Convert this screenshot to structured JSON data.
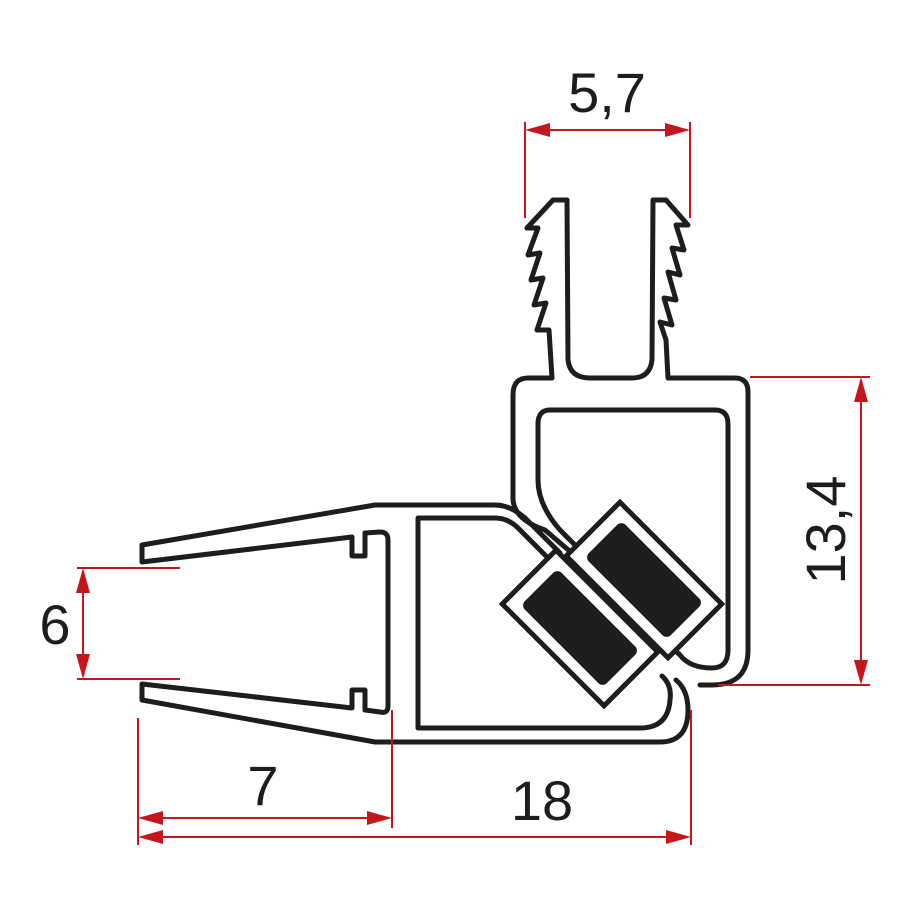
{
  "drawing": {
    "subject": "shower glass magnetic seal profile cross-section (angled corner)",
    "colors": {
      "outline": "#1d1d1b",
      "dimension": "#c4161c",
      "background": "#ffffff",
      "magnet_fill": "#1d1d1b"
    },
    "dimensions": {
      "top_opening": {
        "label": "5,7",
        "orientation": "horizontal"
      },
      "right_height": {
        "label": "13,4",
        "orientation": "vertical"
      },
      "left_opening": {
        "label": "6",
        "orientation": "vertical"
      },
      "bottom_short": {
        "label": "7",
        "orientation": "horizontal"
      },
      "bottom_total": {
        "label": "18",
        "orientation": "horizontal"
      }
    },
    "parts": [
      {
        "name": "upper glass clamp",
        "features": "U-channel with serrated barbs"
      },
      {
        "name": "upper hollow chamber"
      },
      {
        "name": "left glass clamp",
        "features": "tapered jaws with grooves"
      },
      {
        "name": "lower hollow chamber"
      },
      {
        "name": "magnet strip A"
      },
      {
        "name": "magnet strip B"
      }
    ]
  }
}
